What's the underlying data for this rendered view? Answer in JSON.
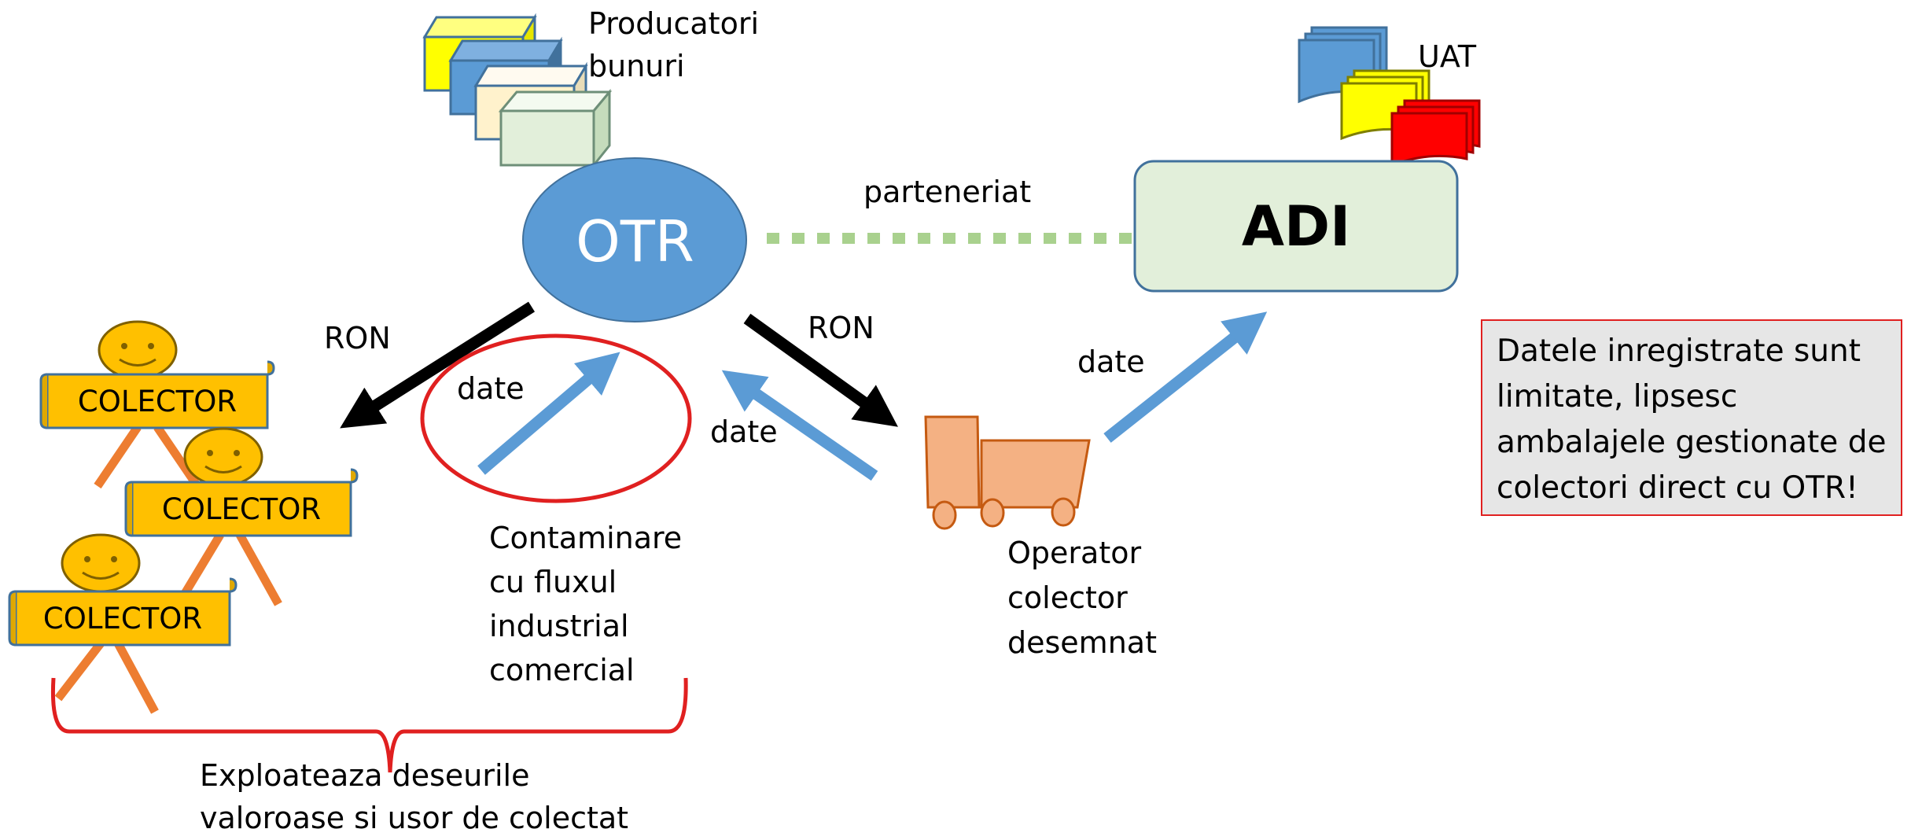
{
  "nodes": {
    "otr": "OTR",
    "adi": "ADI",
    "producatori": [
      "Producatori",
      "bunuri"
    ],
    "uat": "UAT",
    "colectori": [
      "COLECTOR",
      "COLECTOR",
      "COLECTOR"
    ],
    "operator": [
      "Operator",
      "colector",
      "desemnat"
    ]
  },
  "edges": {
    "parteneriat": "parteneriat",
    "ron_left": "RON",
    "ron_right": "RON",
    "date_circle": "date",
    "date_return": "date",
    "date_adi": "date"
  },
  "annotations": {
    "contaminare": [
      "Contaminare",
      "cu fluxul",
      "industrial",
      "comercial"
    ],
    "exploateaza": [
      "Exploateaza deseurile",
      "valoroase si usor de colectat"
    ]
  },
  "infobox": {
    "lines": [
      "Datele inregistrate sunt",
      "limitate, lipsesc",
      "ambalajele gestionate de",
      "colectori direct cu OTR!"
    ]
  },
  "colors": {
    "otr_fill": "#5b9bd5",
    "adi_fill": "#e2efda",
    "arrow_blue": "#5b9bd5",
    "arrow_black": "#000000",
    "dashed_green": "#a9d18e",
    "collector_orange": "#ffc000",
    "stick_orange": "#ed7d31",
    "truck_fill": "#f4b183",
    "highlight_red": "#e02020"
  }
}
